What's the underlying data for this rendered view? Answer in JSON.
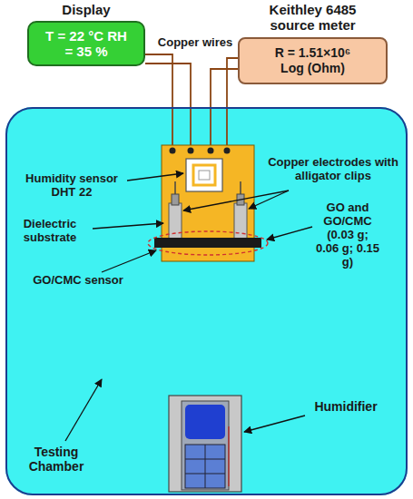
{
  "diagram": {
    "nodes": [
      {
        "text": [
          "Display",
          "T = 22 °C RH = 35 %"
        ]
      },
      {
        "text": [
          "Keithley 6485 source meter",
          "R = 1.51×10⁶ Log (Ohm)"
        ]
      },
      {
        "text": [
          "Testing Chamber"
        ]
      }
    ],
    "labels": [
      "Copper wires",
      "Humidity sensor DHT 22",
      "Copper electrodes with alligator clips",
      "Dielectric substrate",
      "GO and GO/CMC (0.03 g; 0.06 g; 0.15 g)",
      "GO/CMC sensor",
      "Humidifier"
    ]
  }
}
